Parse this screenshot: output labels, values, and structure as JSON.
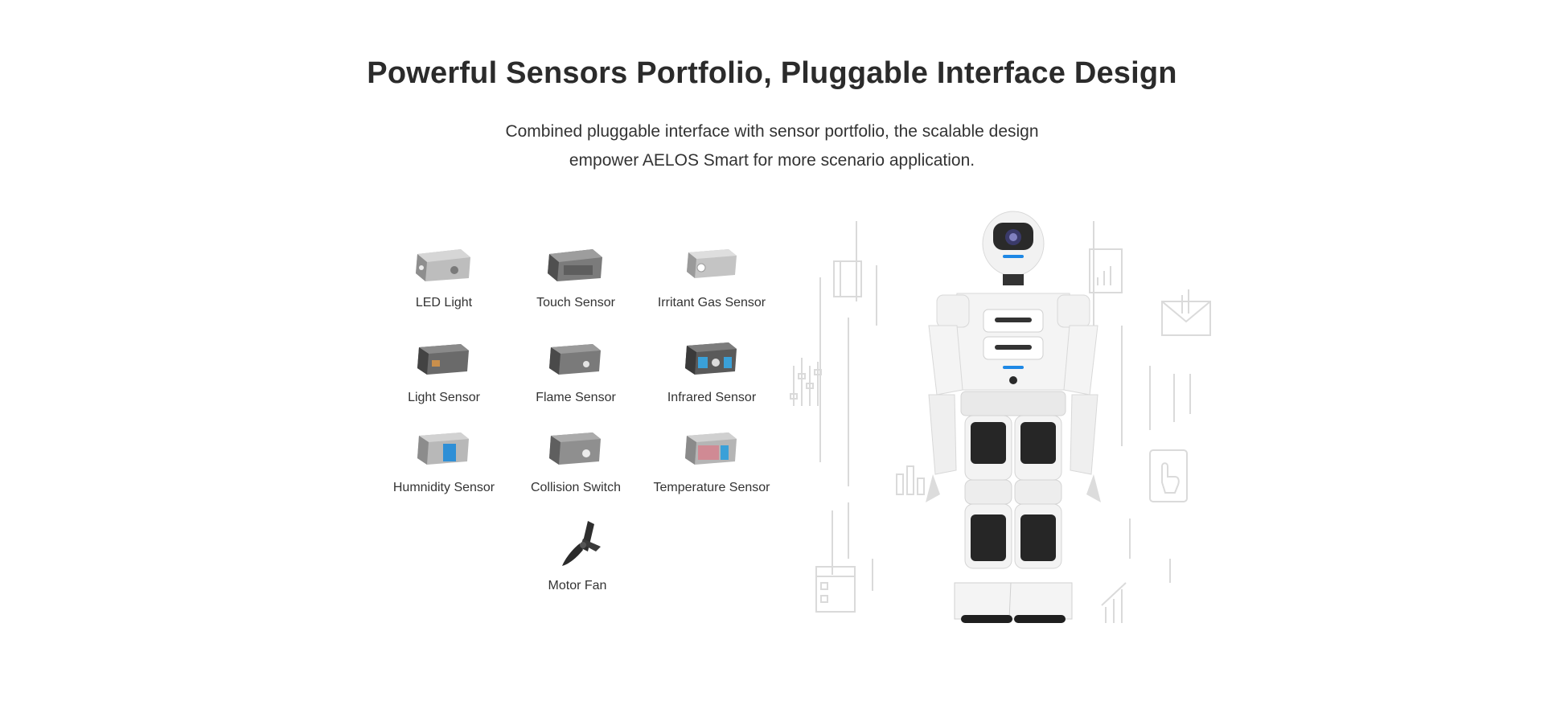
{
  "heading": {
    "title": "Powerful Sensors Portfolio, Pluggable Interface Design",
    "subtitle_line1": "Combined pluggable interface with sensor portfolio, the scalable design",
    "subtitle_line2": "empower AELOS Smart for more scenario application."
  },
  "sensors": [
    {
      "label": "LED Light",
      "icon": "led-light-module-icon",
      "accent": "#9a9a9a"
    },
    {
      "label": "Touch Sensor",
      "icon": "touch-sensor-module-icon",
      "accent": "#6f6f6f"
    },
    {
      "label": "Irritant Gas Sensor",
      "icon": "gas-sensor-module-icon",
      "accent": "#a8a8a8"
    },
    {
      "label": "Light Sensor",
      "icon": "light-sensor-module-icon",
      "accent": "#5c5c5c"
    },
    {
      "label": "Flame Sensor",
      "icon": "flame-sensor-module-icon",
      "accent": "#707070"
    },
    {
      "label": "Infrared Sensor",
      "icon": "infrared-sensor-module-icon",
      "accent": "#3aa0d8"
    },
    {
      "label": "Humnidity Sensor",
      "icon": "humidity-sensor-module-icon",
      "accent": "#2f8fd6"
    },
    {
      "label": "Collision Switch",
      "icon": "collision-switch-module-icon",
      "accent": "#8a8a8a"
    },
    {
      "label": "Temperature Sensor",
      "icon": "temperature-sensor-module-icon",
      "accent": "#d08a94"
    },
    {
      "label": "Motor Fan",
      "icon": "motor-fan-icon",
      "accent": "#2e2e2e"
    }
  ],
  "colors": {
    "text": "#2b2b2b",
    "robot_white": "#f4f4f4",
    "robot_dark": "#2a2a2a",
    "robot_accent": "#1e88e5",
    "line_art": "#d9d9d9"
  }
}
